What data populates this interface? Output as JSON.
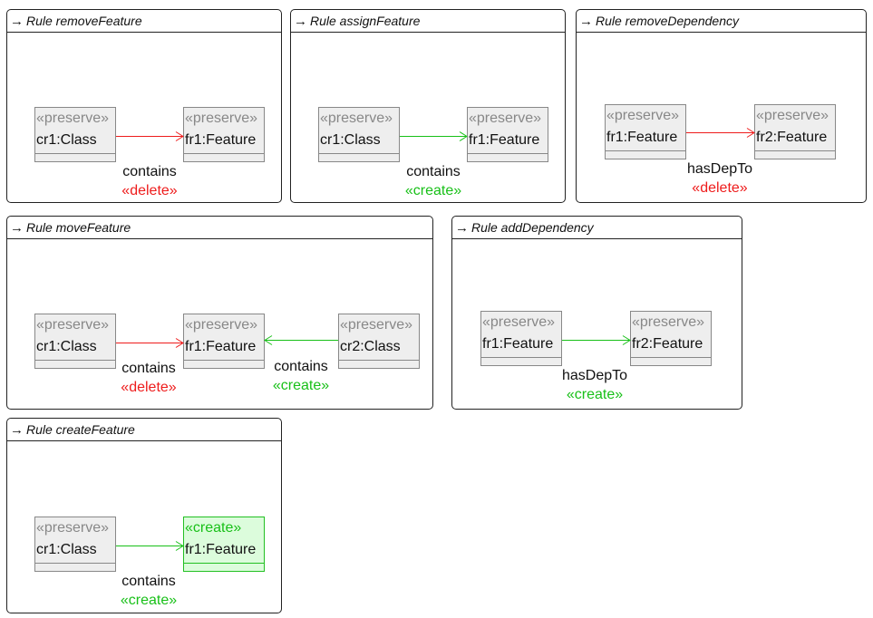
{
  "colors": {
    "delete": "#ee1c1c",
    "create": "#18c018",
    "preserve": "#888888"
  },
  "rules": [
    {
      "title": "Rule removeFeature",
      "nodes": [
        {
          "stereotype": "«preserve»",
          "name": "cr1:Class",
          "kind": "preserve"
        },
        {
          "stereotype": "«preserve»",
          "name": "fr1:Feature",
          "kind": "preserve"
        }
      ],
      "edges": [
        {
          "label": "contains",
          "stereotype": "«delete»",
          "kind": "delete"
        }
      ]
    },
    {
      "title": "Rule assignFeature",
      "nodes": [
        {
          "stereotype": "«preserve»",
          "name": "cr1:Class",
          "kind": "preserve"
        },
        {
          "stereotype": "«preserve»",
          "name": "fr1:Feature",
          "kind": "preserve"
        }
      ],
      "edges": [
        {
          "label": "contains",
          "stereotype": "«create»",
          "kind": "create"
        }
      ]
    },
    {
      "title": "Rule removeDependency",
      "nodes": [
        {
          "stereotype": "«preserve»",
          "name": "fr1:Feature",
          "kind": "preserve"
        },
        {
          "stereotype": "«preserve»",
          "name": "fr2:Feature",
          "kind": "preserve"
        }
      ],
      "edges": [
        {
          "label": "hasDepTo",
          "stereotype": "«delete»",
          "kind": "delete"
        }
      ]
    },
    {
      "title": "Rule moveFeature",
      "nodes": [
        {
          "stereotype": "«preserve»",
          "name": "cr1:Class",
          "kind": "preserve"
        },
        {
          "stereotype": "«preserve»",
          "name": "fr1:Feature",
          "kind": "preserve"
        },
        {
          "stereotype": "«preserve»",
          "name": "cr2:Class",
          "kind": "preserve"
        }
      ],
      "edges": [
        {
          "label": "contains",
          "stereotype": "«delete»",
          "kind": "delete"
        },
        {
          "label": "contains",
          "stereotype": "«create»",
          "kind": "create"
        }
      ]
    },
    {
      "title": "Rule addDependency",
      "nodes": [
        {
          "stereotype": "«preserve»",
          "name": "fr1:Feature",
          "kind": "preserve"
        },
        {
          "stereotype": "«preserve»",
          "name": "fr2:Feature",
          "kind": "preserve"
        }
      ],
      "edges": [
        {
          "label": "hasDepTo",
          "stereotype": "«create»",
          "kind": "create"
        }
      ]
    },
    {
      "title": "Rule createFeature",
      "nodes": [
        {
          "stereotype": "«preserve»",
          "name": "cr1:Class",
          "kind": "preserve"
        },
        {
          "stereotype": "«create»",
          "name": "fr1:Feature",
          "kind": "create"
        }
      ],
      "edges": [
        {
          "label": "contains",
          "stereotype": "«create»",
          "kind": "create"
        }
      ]
    }
  ]
}
